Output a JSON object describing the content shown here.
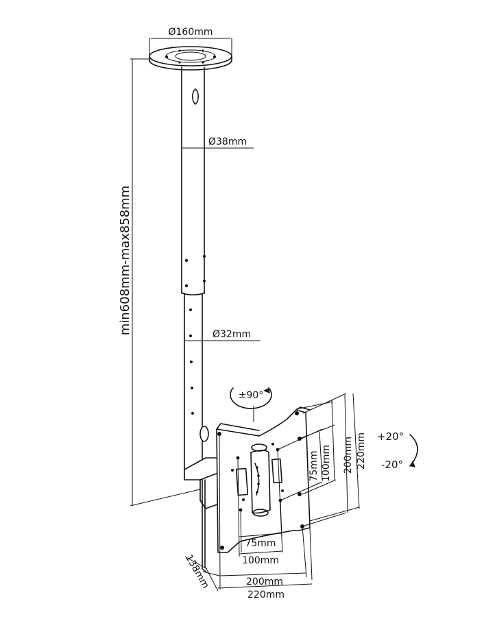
{
  "diagram": {
    "labels": {
      "plate_diameter": "Ø160mm",
      "upper_pole_diameter": "Ø38mm",
      "lower_pole_diameter": "Ø32mm",
      "height_range": "min608mm-max858mm",
      "swivel": "±90°",
      "tilt_up": "+20°",
      "tilt_down": "-20°",
      "vesa_h_75": "75mm",
      "vesa_h_100": "100mm",
      "vesa_h_200": "200mm",
      "vesa_h_220": "220mm",
      "vesa_v_75": "75mm",
      "vesa_v_100": "100mm",
      "vesa_v_200": "200mm",
      "vesa_v_220": "220mm",
      "depth": "138mm"
    },
    "colors": {
      "line": "#111111",
      "background": "#ffffff"
    }
  }
}
